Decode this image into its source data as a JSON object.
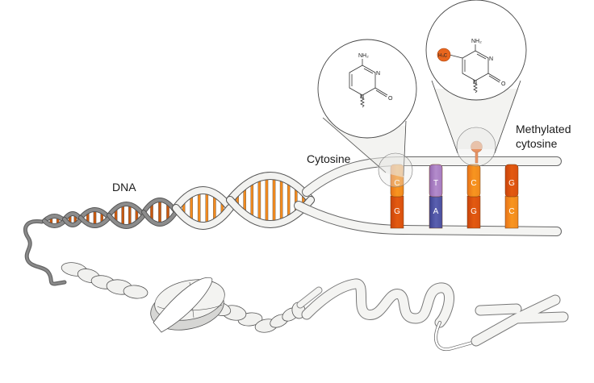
{
  "labels": {
    "dna": "DNA",
    "cytosine": "Cytosine",
    "methylated_line1": "Methylated",
    "methylated_line2": "cytosine"
  },
  "chemistry": {
    "cytosine": {
      "amino": "NH₂",
      "ring_n3": "N",
      "ring_n1": "N",
      "carbonyl_o": "O"
    },
    "methyl_cytosine": {
      "methyl_group": "H₃C",
      "amino": "NH₂",
      "ring_n3": "N",
      "ring_n1": "N",
      "carbonyl_o": "O"
    }
  },
  "base_pairs": [
    {
      "top": "C",
      "bottom": "G",
      "top_color": "#f0891e",
      "bottom_color": "#d9500f",
      "note": "cytosine"
    },
    {
      "top": "T",
      "bottom": "A",
      "top_color": "#a57bbf",
      "bottom_color": "#4a4f9e",
      "note": ""
    },
    {
      "top": "C",
      "bottom": "G",
      "top_color": "#f78c1c",
      "bottom_color": "#d9500f",
      "note": "methylated"
    },
    {
      "top": "G",
      "bottom": "C",
      "top_color": "#d9500f",
      "bottom_color": "#f78c1c",
      "note": ""
    }
  ],
  "colors": {
    "orange": "#f28a1e",
    "dark_orange": "#d9500f",
    "methyl": "#e8661e",
    "strand_fill": "#f4f4f2",
    "strand_dark": "#7a7a7a",
    "outline": "#555555"
  }
}
